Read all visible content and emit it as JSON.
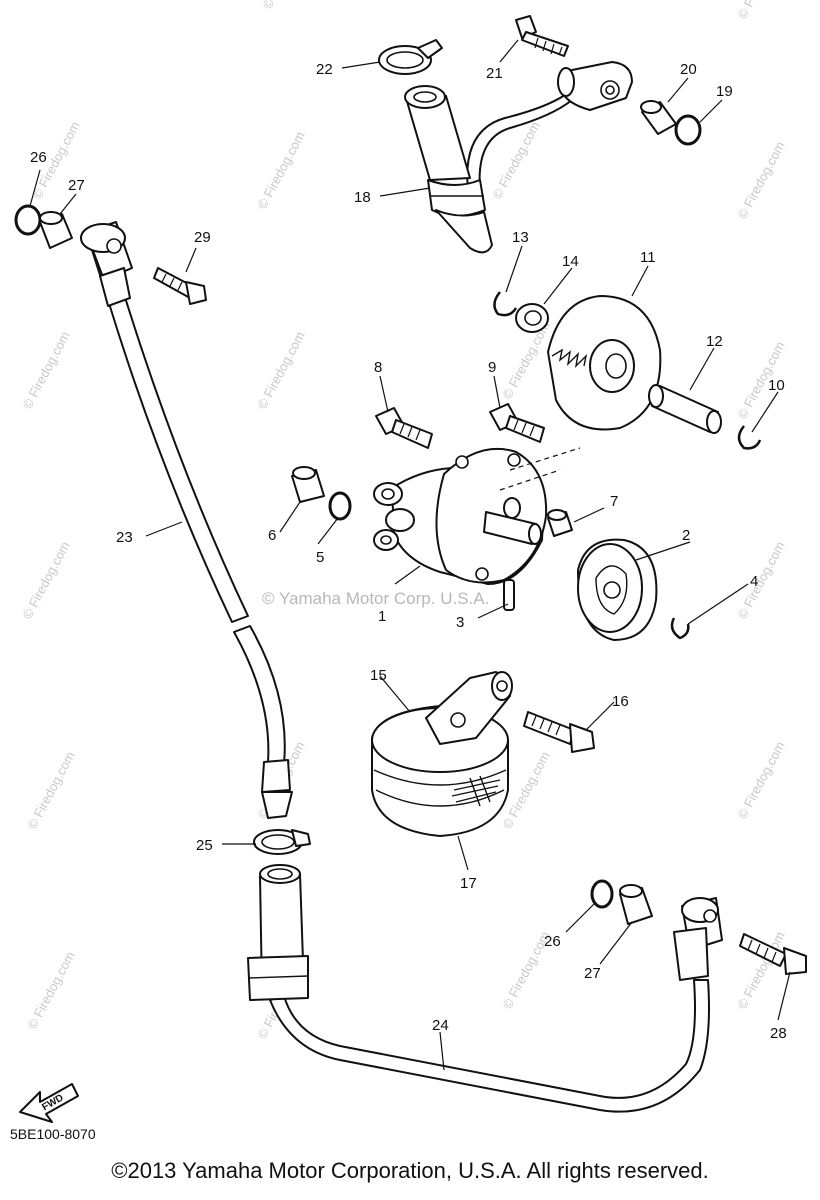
{
  "figure_code": "5BE100-8070",
  "copyright": "©2013 Yamaha Motor Corporation, U.S.A. All rights reserved.",
  "fwd_label": "FWD",
  "center_watermark": "© Yamaha Motor Corp. U.S.A.",
  "side_watermark": "© Firedog.com",
  "callouts": [
    "1",
    "2",
    "3",
    "4",
    "5",
    "6",
    "7",
    "8",
    "9",
    "10",
    "11",
    "12",
    "13",
    "14",
    "15",
    "16",
    "17",
    "18",
    "19",
    "20",
    "21",
    "22",
    "23",
    "24",
    "25",
    "26",
    "27",
    "28",
    "29"
  ],
  "callouts_repeat": {
    "26b": "26",
    "27b": "27"
  }
}
